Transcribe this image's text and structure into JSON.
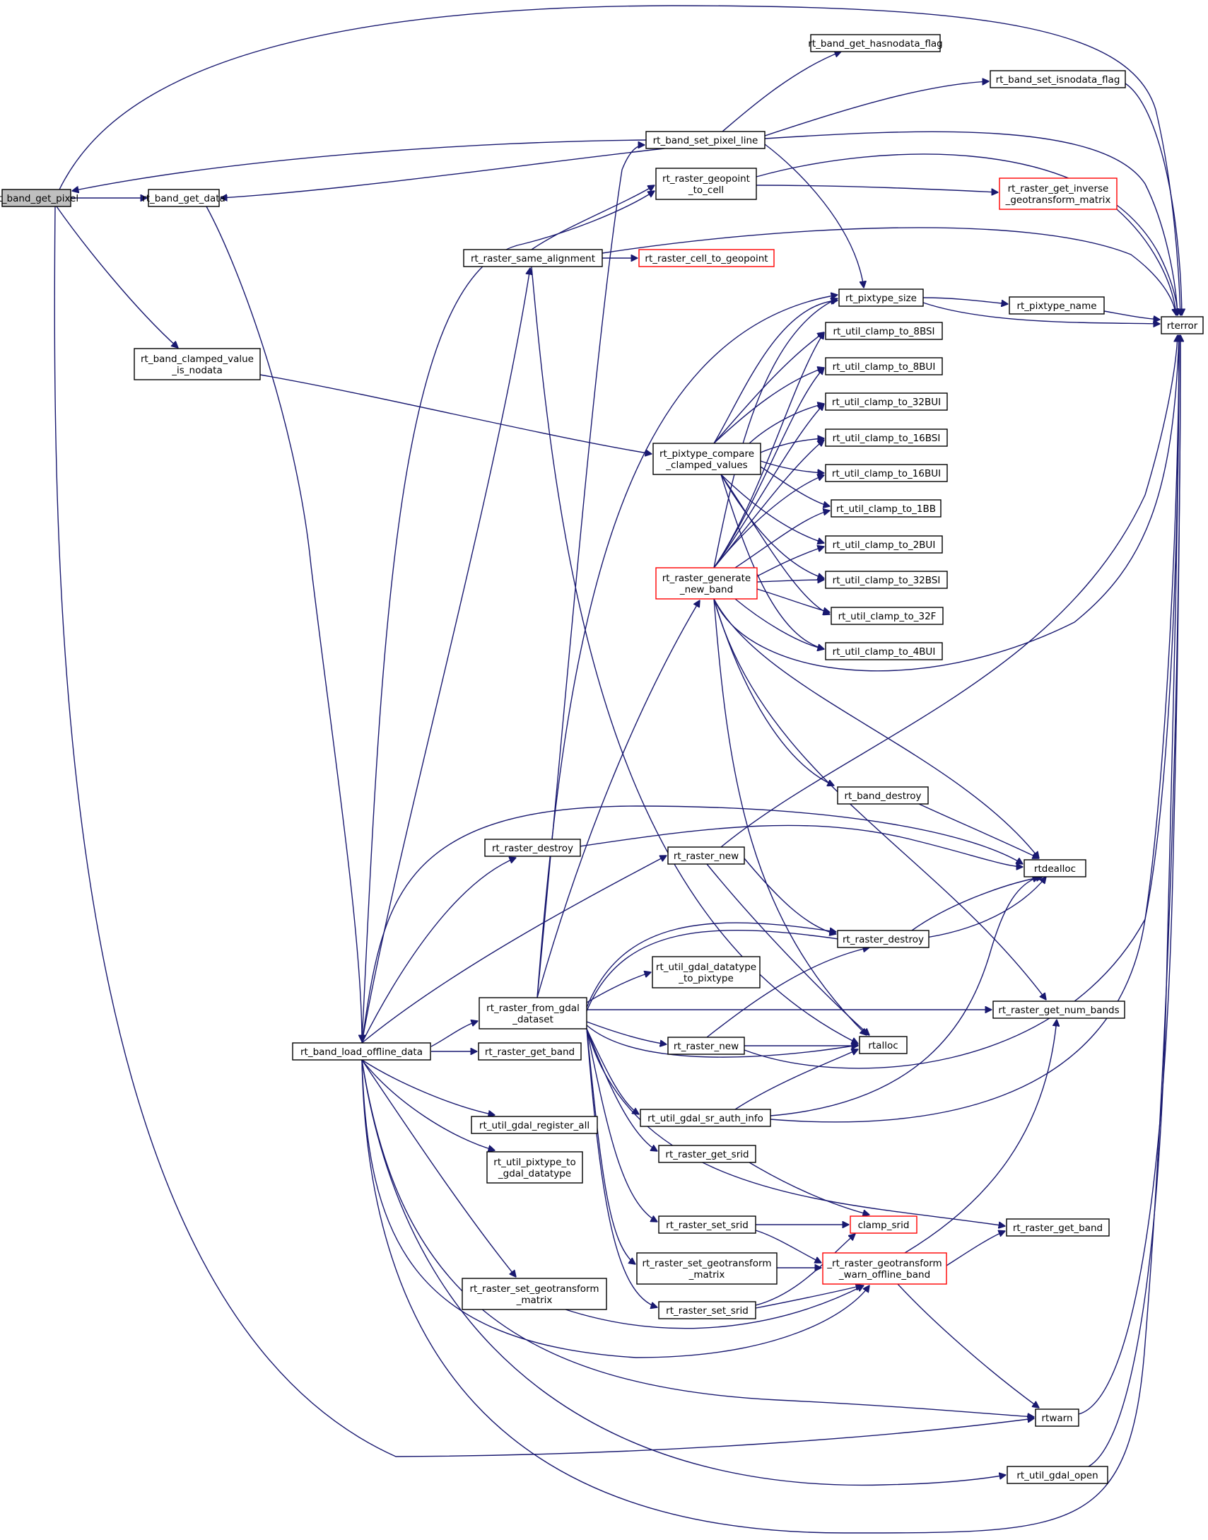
{
  "graph": {
    "title": "",
    "colors": {
      "edge": "#191970",
      "node_border": "#000000",
      "highlight_border": "#ff0000",
      "root_fill": "#bfbfbf",
      "node_fill": "#ffffff"
    },
    "nodes": [
      {
        "id": "n0",
        "lines": [
          "rt_band_get_pixel"
        ],
        "style": "root"
      },
      {
        "id": "n1",
        "lines": [
          "rt_band_get_data"
        ],
        "style": "normal"
      },
      {
        "id": "n2",
        "lines": [
          "rt_band_clamped_value",
          "_is_nodata"
        ],
        "style": "normal"
      },
      {
        "id": "n3",
        "lines": [
          "rt_band_load_offline_data"
        ],
        "style": "normal"
      },
      {
        "id": "n4",
        "lines": [
          "rt_raster_same_alignment"
        ],
        "style": "normal"
      },
      {
        "id": "n5",
        "lines": [
          "rt_raster_destroy"
        ],
        "style": "normal"
      },
      {
        "id": "n6",
        "lines": [
          "rt_raster_from_gdal",
          "_dataset"
        ],
        "style": "normal"
      },
      {
        "id": "n7",
        "lines": [
          "rt_raster_get_band"
        ],
        "style": "normal"
      },
      {
        "id": "n8",
        "lines": [
          "rt_util_gdal_register_all"
        ],
        "style": "normal"
      },
      {
        "id": "n9",
        "lines": [
          "rt_util_pixtype_to",
          "_gdal_datatype"
        ],
        "style": "normal"
      },
      {
        "id": "n10",
        "lines": [
          "rt_raster_set_geotransform",
          "_matrix"
        ],
        "style": "normal"
      },
      {
        "id": "n11",
        "lines": [
          "rt_band_set_pixel_line"
        ],
        "style": "normal"
      },
      {
        "id": "n12",
        "lines": [
          "rt_raster_geopoint",
          "_to_cell"
        ],
        "style": "normal"
      },
      {
        "id": "n13",
        "lines": [
          "rt_pixtype_compare",
          "_clamped_values"
        ],
        "style": "normal"
      },
      {
        "id": "n14",
        "lines": [
          "rt_raster_generate",
          "_new_band"
        ],
        "style": "red"
      },
      {
        "id": "n15",
        "lines": [
          "rt_raster_new"
        ],
        "style": "normal"
      },
      {
        "id": "n16",
        "lines": [
          "rt_util_gdal_datatype",
          "_to_pixtype"
        ],
        "style": "normal"
      },
      {
        "id": "n17",
        "lines": [
          "rt_raster_new"
        ],
        "style": "normal"
      },
      {
        "id": "n18",
        "lines": [
          "rt_util_gdal_sr_auth_info"
        ],
        "style": "normal"
      },
      {
        "id": "n19",
        "lines": [
          "rt_raster_get_srid"
        ],
        "style": "normal"
      },
      {
        "id": "n20",
        "lines": [
          "rt_raster_set_srid"
        ],
        "style": "normal"
      },
      {
        "id": "n21",
        "lines": [
          "rt_raster_set_geotransform",
          "_matrix"
        ],
        "style": "normal"
      },
      {
        "id": "n22",
        "lines": [
          "rt_raster_set_srid"
        ],
        "style": "normal"
      },
      {
        "id": "n23",
        "lines": [
          "rt_raster_cell_to_geopoint"
        ],
        "style": "red"
      },
      {
        "id": "n24",
        "lines": [
          "rt_band_get_hasnodata_flag"
        ],
        "style": "normal"
      },
      {
        "id": "n25",
        "lines": [
          "rt_band_set_isnodata_flag"
        ],
        "style": "normal"
      },
      {
        "id": "n26",
        "lines": [
          "rt_raster_get_inverse",
          "_geotransform_matrix"
        ],
        "style": "red"
      },
      {
        "id": "n27",
        "lines": [
          "rt_pixtype_size"
        ],
        "style": "normal"
      },
      {
        "id": "n28",
        "lines": [
          "rt_pixtype_name"
        ],
        "style": "normal"
      },
      {
        "id": "n29",
        "lines": [
          "rterror"
        ],
        "style": "normal"
      },
      {
        "id": "n30",
        "lines": [
          "rt_util_clamp_to_8BSI"
        ],
        "style": "normal"
      },
      {
        "id": "n31",
        "lines": [
          "rt_util_clamp_to_8BUI"
        ],
        "style": "normal"
      },
      {
        "id": "n32",
        "lines": [
          "rt_util_clamp_to_32BUI"
        ],
        "style": "normal"
      },
      {
        "id": "n33",
        "lines": [
          "rt_util_clamp_to_16BSI"
        ],
        "style": "normal"
      },
      {
        "id": "n34",
        "lines": [
          "rt_util_clamp_to_16BUI"
        ],
        "style": "normal"
      },
      {
        "id": "n35",
        "lines": [
          "rt_util_clamp_to_1BB"
        ],
        "style": "normal"
      },
      {
        "id": "n36",
        "lines": [
          "rt_util_clamp_to_2BUI"
        ],
        "style": "normal"
      },
      {
        "id": "n37",
        "lines": [
          "rt_util_clamp_to_32BSI"
        ],
        "style": "normal"
      },
      {
        "id": "n38",
        "lines": [
          "rt_util_clamp_to_32F"
        ],
        "style": "normal"
      },
      {
        "id": "n39",
        "lines": [
          "rt_util_clamp_to_4BUI"
        ],
        "style": "normal"
      },
      {
        "id": "n40",
        "lines": [
          "rt_band_destroy"
        ],
        "style": "normal"
      },
      {
        "id": "n41",
        "lines": [
          "rtdealloc"
        ],
        "style": "normal"
      },
      {
        "id": "n42",
        "lines": [
          "rt_raster_destroy"
        ],
        "style": "normal"
      },
      {
        "id": "n43",
        "lines": [
          "rt_raster_get_num_bands"
        ],
        "style": "normal"
      },
      {
        "id": "n44",
        "lines": [
          "rtalloc"
        ],
        "style": "normal"
      },
      {
        "id": "n45",
        "lines": [
          "clamp_srid"
        ],
        "style": "red"
      },
      {
        "id": "n46",
        "lines": [
          "_rt_raster_geotransform",
          "_warn_offline_band"
        ],
        "style": "red"
      },
      {
        "id": "n47",
        "lines": [
          "rt_raster_get_band"
        ],
        "style": "normal"
      },
      {
        "id": "n48",
        "lines": [
          "rtwarn"
        ],
        "style": "normal"
      },
      {
        "id": "n49",
        "lines": [
          "rt_util_gdal_open"
        ],
        "style": "normal"
      }
    ],
    "edges": [
      {
        "from": "n0",
        "to": "n1"
      },
      {
        "from": "n0",
        "to": "n2"
      },
      {
        "from": "n0",
        "to": "n29"
      },
      {
        "from": "n0",
        "to": "n48"
      },
      {
        "from": "n1",
        "to": "n3"
      },
      {
        "from": "n11",
        "to": "n0"
      },
      {
        "from": "n11",
        "to": "n1"
      },
      {
        "from": "n11",
        "to": "n24"
      },
      {
        "from": "n11",
        "to": "n25"
      },
      {
        "from": "n11",
        "to": "n27"
      },
      {
        "from": "n11",
        "to": "n29"
      },
      {
        "from": "n2",
        "to": "n13"
      },
      {
        "from": "n3",
        "to": "n4"
      },
      {
        "from": "n3",
        "to": "n5"
      },
      {
        "from": "n3",
        "to": "n6"
      },
      {
        "from": "n3",
        "to": "n7"
      },
      {
        "from": "n3",
        "to": "n8"
      },
      {
        "from": "n3",
        "to": "n9"
      },
      {
        "from": "n3",
        "to": "n10"
      },
      {
        "from": "n3",
        "to": "n15"
      },
      {
        "from": "n3",
        "to": "n41"
      },
      {
        "from": "n3",
        "to": "n46"
      },
      {
        "from": "n3",
        "to": "n48"
      },
      {
        "from": "n3",
        "to": "n49"
      },
      {
        "from": "n3",
        "to": "n29"
      },
      {
        "from": "n3",
        "to": "n12"
      },
      {
        "from": "n4",
        "to": "n12"
      },
      {
        "from": "n4",
        "to": "n23"
      },
      {
        "from": "n4",
        "to": "n29"
      },
      {
        "from": "n4",
        "to": "n44"
      },
      {
        "from": "n12",
        "to": "n26"
      },
      {
        "from": "n12",
        "to": "n29"
      },
      {
        "from": "n26",
        "to": "n29"
      },
      {
        "from": "n25",
        "to": "n29"
      },
      {
        "from": "n27",
        "to": "n28"
      },
      {
        "from": "n27",
        "to": "n29"
      },
      {
        "from": "n28",
        "to": "n29"
      },
      {
        "from": "n13",
        "to": "n27"
      },
      {
        "from": "n13",
        "to": "n30"
      },
      {
        "from": "n13",
        "to": "n31"
      },
      {
        "from": "n13",
        "to": "n32"
      },
      {
        "from": "n13",
        "to": "n33"
      },
      {
        "from": "n13",
        "to": "n34"
      },
      {
        "from": "n13",
        "to": "n35"
      },
      {
        "from": "n13",
        "to": "n36"
      },
      {
        "from": "n13",
        "to": "n37"
      },
      {
        "from": "n13",
        "to": "n38"
      },
      {
        "from": "n13",
        "to": "n39"
      },
      {
        "from": "n14",
        "to": "n30"
      },
      {
        "from": "n14",
        "to": "n31"
      },
      {
        "from": "n14",
        "to": "n32"
      },
      {
        "from": "n14",
        "to": "n33"
      },
      {
        "from": "n14",
        "to": "n34"
      },
      {
        "from": "n14",
        "to": "n35"
      },
      {
        "from": "n14",
        "to": "n36"
      },
      {
        "from": "n14",
        "to": "n37"
      },
      {
        "from": "n14",
        "to": "n38"
      },
      {
        "from": "n14",
        "to": "n39"
      },
      {
        "from": "n14",
        "to": "n27"
      },
      {
        "from": "n14",
        "to": "n29"
      },
      {
        "from": "n14",
        "to": "n40"
      },
      {
        "from": "n14",
        "to": "n41"
      },
      {
        "from": "n14",
        "to": "n43"
      },
      {
        "from": "n14",
        "to": "n44"
      },
      {
        "from": "n40",
        "to": "n41"
      },
      {
        "from": "n5",
        "to": "n41"
      },
      {
        "from": "n15",
        "to": "n29"
      },
      {
        "from": "n15",
        "to": "n42"
      },
      {
        "from": "n15",
        "to": "n44"
      },
      {
        "from": "n42",
        "to": "n41"
      },
      {
        "from": "n6",
        "to": "n14"
      },
      {
        "from": "n6",
        "to": "n11"
      },
      {
        "from": "n6",
        "to": "n42"
      },
      {
        "from": "n6",
        "to": "n41"
      },
      {
        "from": "n6",
        "to": "n16"
      },
      {
        "from": "n6",
        "to": "n43"
      },
      {
        "from": "n6",
        "to": "n17"
      },
      {
        "from": "n6",
        "to": "n44"
      },
      {
        "from": "n6",
        "to": "n18"
      },
      {
        "from": "n6",
        "to": "n19"
      },
      {
        "from": "n6",
        "to": "n20"
      },
      {
        "from": "n6",
        "to": "n21"
      },
      {
        "from": "n6",
        "to": "n22"
      },
      {
        "from": "n6",
        "to": "n47"
      },
      {
        "from": "n6",
        "to": "n27"
      },
      {
        "from": "n17",
        "to": "n42"
      },
      {
        "from": "n17",
        "to": "n44"
      },
      {
        "from": "n17",
        "to": "n29"
      },
      {
        "from": "n18",
        "to": "n44"
      },
      {
        "from": "n18",
        "to": "n41"
      },
      {
        "from": "n18",
        "to": "n29"
      },
      {
        "from": "n19",
        "to": "n45"
      },
      {
        "from": "n20",
        "to": "n45"
      },
      {
        "from": "n20",
        "to": "n46"
      },
      {
        "from": "n21",
        "to": "n46"
      },
      {
        "from": "n22",
        "to": "n45"
      },
      {
        "from": "n22",
        "to": "n46"
      },
      {
        "from": "n10",
        "to": "n46"
      },
      {
        "from": "n46",
        "to": "n47"
      },
      {
        "from": "n46",
        "to": "n43"
      },
      {
        "from": "n46",
        "to": "n48"
      },
      {
        "from": "n48",
        "to": "n29"
      },
      {
        "from": "n49",
        "to": "n29"
      }
    ]
  }
}
